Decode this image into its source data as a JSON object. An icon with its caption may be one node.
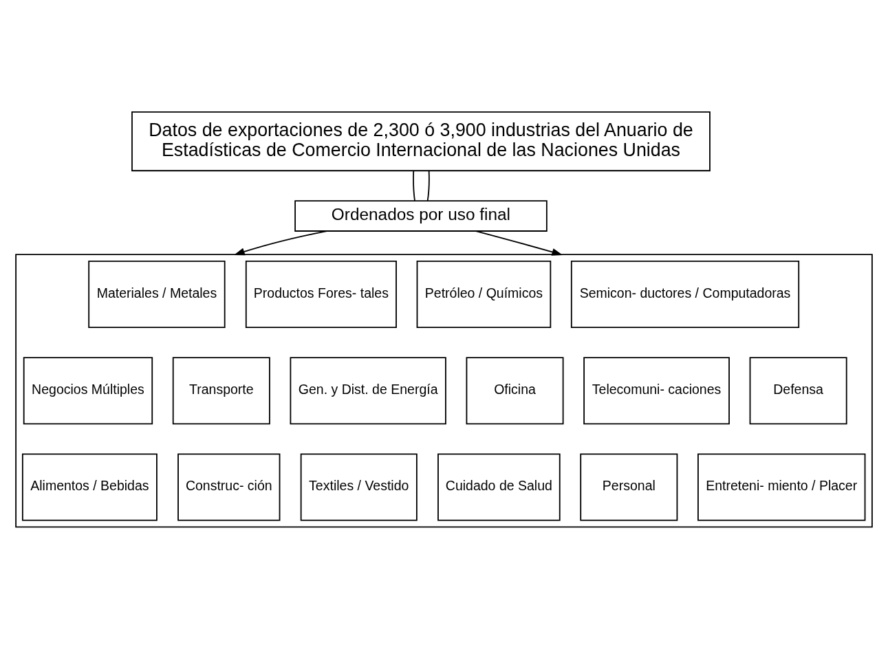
{
  "diagram": {
    "nodes": [
      {
        "text": [
          "Datos de exportaciones de 2,300 ó 3,900 industrias del Anuario de Estadísticas de Comercio Internacional de las Naciones Unidas"
        ]
      },
      {
        "text": [
          "Ordenados por uso final"
        ]
      },
      {
        "text": [],
        "shape": "box"
      },
      {
        "text": [
          "Materiales / Metales"
        ],
        "in": 2
      },
      {
        "text": [
          "Productos Fores- tales"
        ],
        "in": 2
      },
      {
        "text": [
          "Petróleo / Químicos"
        ],
        "in": 2
      },
      {
        "text": [
          "Semicon- ductores / Computadoras"
        ],
        "in": 2
      },
      {
        "text": [
          "Negocios Múltiples"
        ],
        "in": 2
      },
      {
        "text": [
          "Transporte"
        ],
        "in": 2
      },
      {
        "text": [
          "Gen. y Dist. de Energía"
        ],
        "in": 2
      },
      {
        "text": [
          "Oficina"
        ],
        "in": 2
      },
      {
        "text": [
          "Telecomuni- caciones"
        ],
        "in": 2
      },
      {
        "text": [
          "Defensa"
        ],
        "in": 2
      },
      {
        "text": [
          "Alimentos / Bebidas"
        ],
        "in": 2
      },
      {
        "text": [
          "Construc- ción"
        ],
        "in": 2
      },
      {
        "text": [
          "Textiles / Vestido"
        ],
        "in": 2
      },
      {
        "text": [
          "Cuidado de Salud"
        ],
        "in": 2
      },
      {
        "text": [
          "Personal"
        ],
        "in": 2
      },
      {
        "text": [
          "Entreteni- miento / Placer"
        ],
        "in": 2
      }
    ],
    "edges": [
      {
        "from": 0,
        "to": 1,
        "arrow": "none"
      },
      {
        "from": 0,
        "to": 1,
        "arrow": "none"
      },
      {
        "from": 1,
        "to": 2,
        "arrow": "to"
      },
      {
        "from": 1,
        "to": 2,
        "arrow": "to"
      }
    ]
  }
}
